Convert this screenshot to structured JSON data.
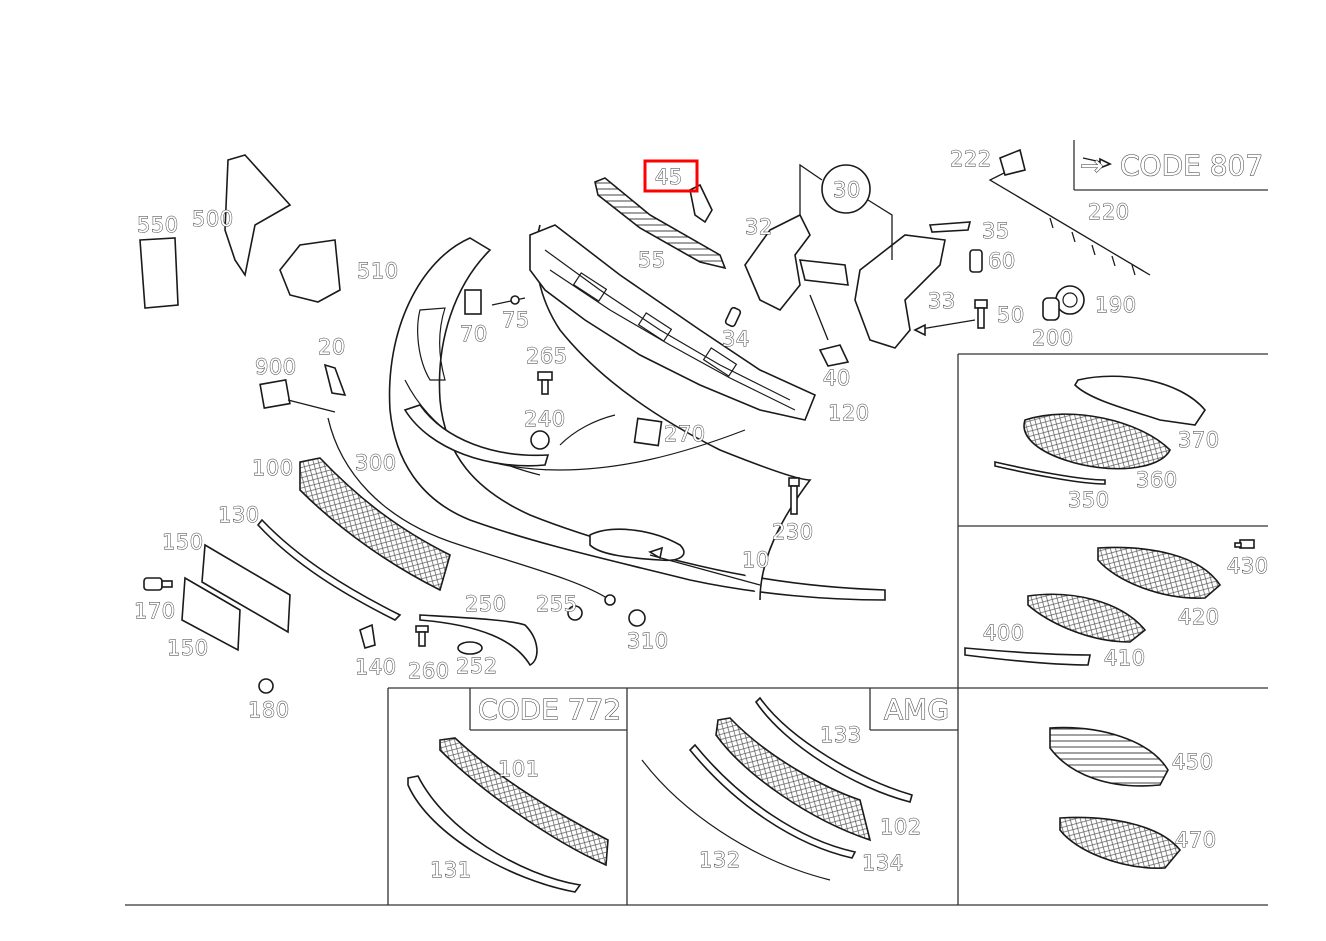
{
  "codes": {
    "code_807": "CODE 807",
    "code_772": "CODE 772",
    "amg": "AMG"
  },
  "callouts": {
    "p10": "10",
    "p20": "20",
    "p30": "30",
    "p32": "32",
    "p33": "33",
    "p34": "34",
    "p35": "35",
    "p40": "40",
    "p45": "45",
    "p50": "50",
    "p55": "55",
    "p60": "60",
    "p70": "70",
    "p75": "75",
    "p100": "100",
    "p101": "101",
    "p102": "102",
    "p120": "120",
    "p130": "130",
    "p131": "131",
    "p132": "132",
    "p133": "133",
    "p134": "134",
    "p140": "140",
    "p150a": "150",
    "p150b": "150",
    "p170": "170",
    "p180": "180",
    "p190": "190",
    "p200": "200",
    "p220": "220",
    "p222": "222",
    "p230": "230",
    "p240": "240",
    "p250": "250",
    "p252": "252",
    "p255": "255",
    "p260": "260",
    "p265": "265",
    "p270": "270",
    "p300": "300",
    "p310": "310",
    "p350": "350",
    "p360": "360",
    "p370": "370",
    "p400": "400",
    "p410": "410",
    "p420": "420",
    "p430": "430",
    "p450": "450",
    "p470": "470",
    "p500": "500",
    "p510": "510",
    "p550": "550",
    "p900": "900"
  },
  "highlight": {
    "part": "45",
    "color": "#ff0000"
  },
  "colors": {
    "line": "#1a1a1a",
    "background": "#ffffff"
  }
}
